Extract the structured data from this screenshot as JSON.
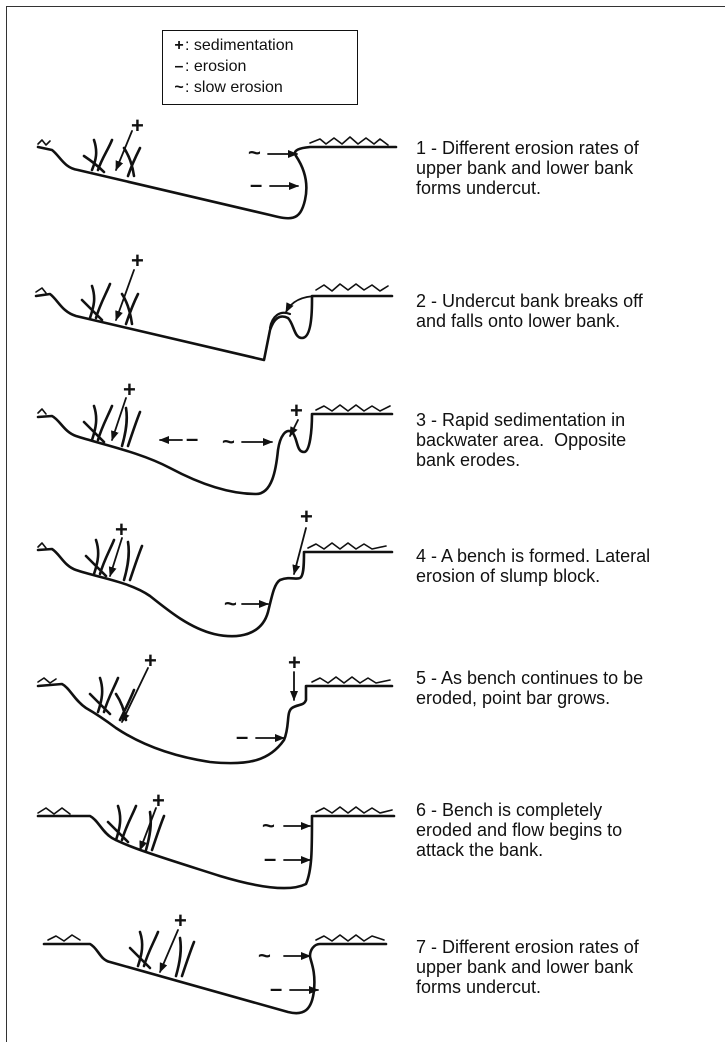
{
  "legend": {
    "items": [
      {
        "symbol": "+",
        "text": ": sedimentation"
      },
      {
        "symbol": "–",
        "text": ": erosion"
      },
      {
        "symbol": "~",
        "text": ": slow erosion"
      }
    ]
  },
  "stages": [
    {
      "caption": "1 - Different erosion rates of\nupper bank and lower bank\nforms undercut."
    },
    {
      "caption": "2 - Undercut bank breaks off\nand falls onto lower bank."
    },
    {
      "caption": "3 - Rapid sedimentation in\nbackwater area.  Opposite\nbank erodes."
    },
    {
      "caption": "4 - A bench is formed. Lateral\nerosion of slump block."
    },
    {
      "caption": "5 - As bench continues to be\neroded, point bar grows."
    },
    {
      "caption": "6 - Bench is completely\neroded and flow begins to\nattack the bank."
    },
    {
      "caption": "7 - Different erosion rates of\nupper bank and lower bank\nforms undercut."
    }
  ],
  "symbols": {
    "plus": "+",
    "minus": "–",
    "tilde": "~"
  }
}
